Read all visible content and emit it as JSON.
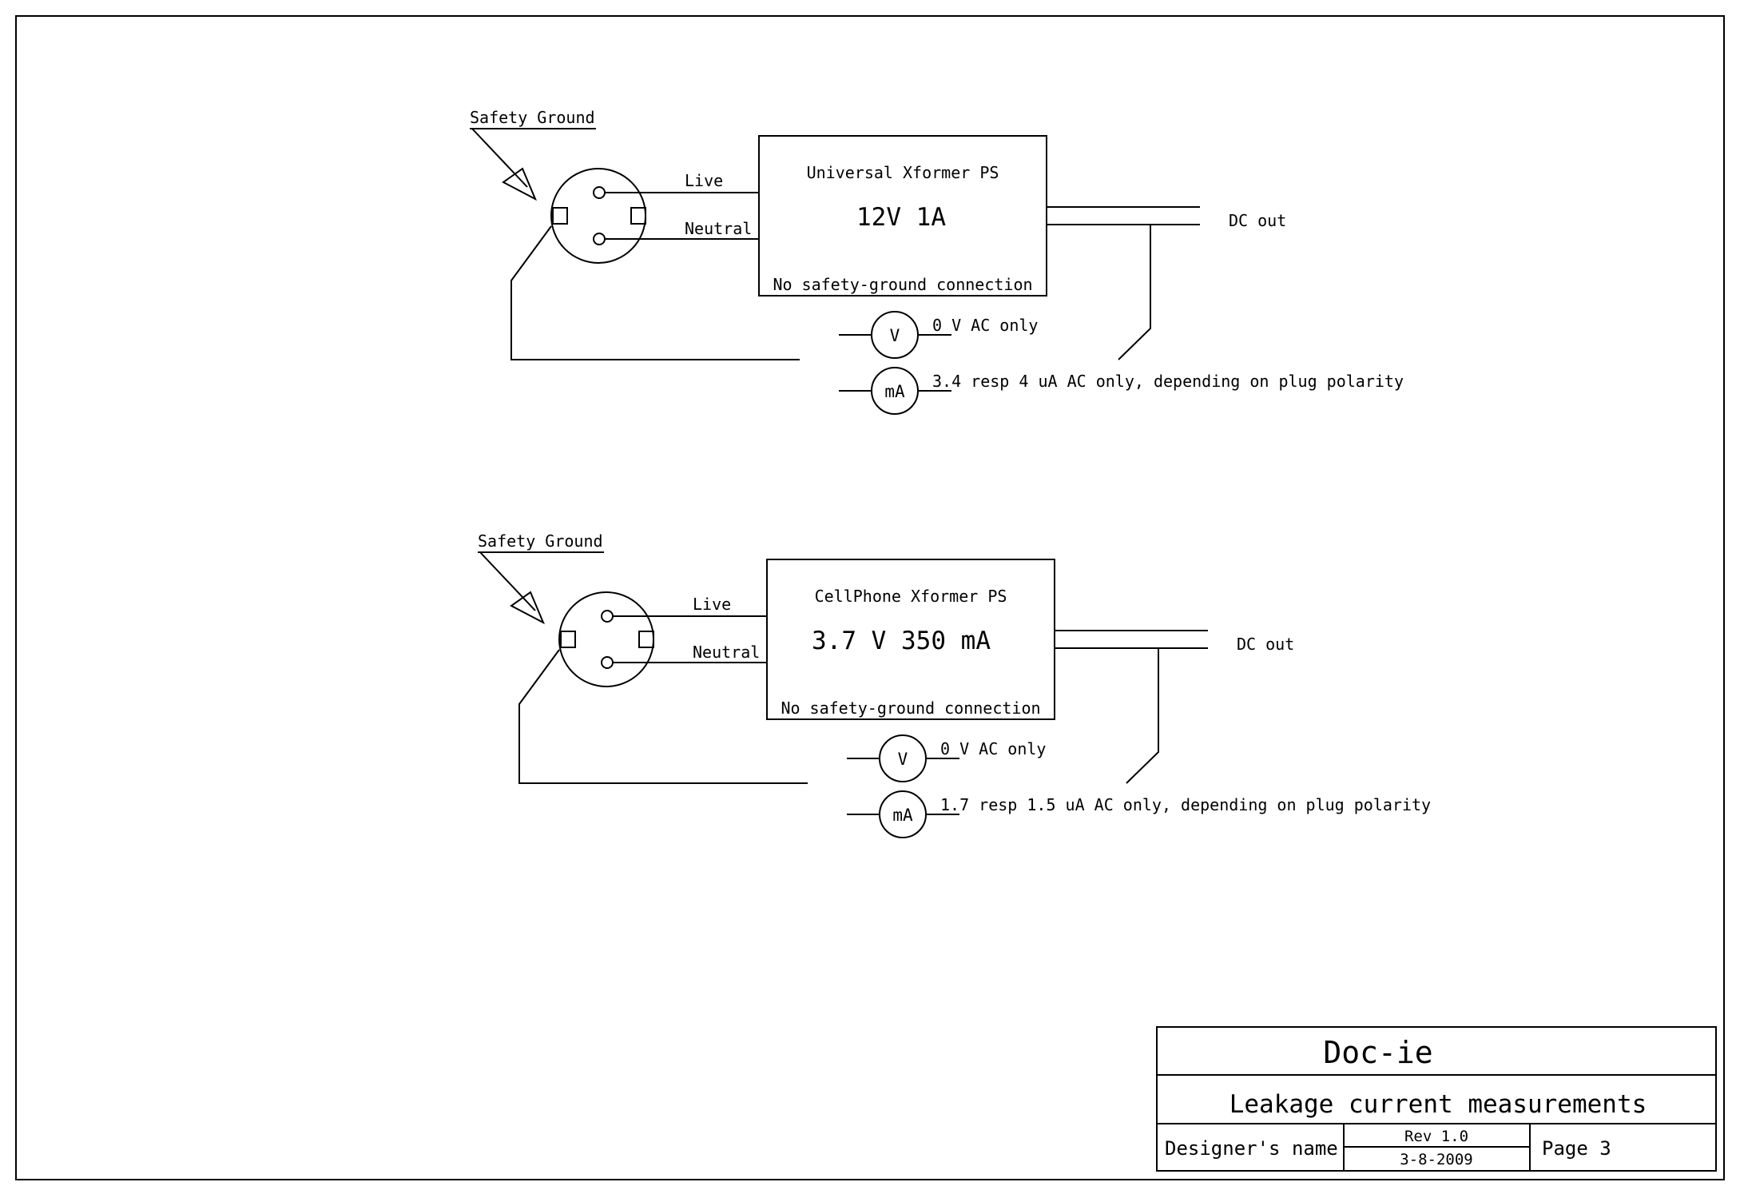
{
  "circuit_1": {
    "safety_ground_label": "Safety Ground",
    "live_label": "Live",
    "neutral_label": "Neutral",
    "ps_title": "Universal  Xformer PS",
    "ps_rating": "12V 1A",
    "ps_note": "No safety-ground connection",
    "dc_out_label": "DC out",
    "voltmeter_symbol": "V",
    "voltmeter_reading": "0 V AC only",
    "ammeter_symbol": "mA",
    "ammeter_reading": "3.4 resp 4 uA AC only, depending on plug polarity"
  },
  "circuit_2": {
    "safety_ground_label": "Safety Ground",
    "live_label": "Live",
    "neutral_label": "Neutral",
    "ps_title": "CellPhone  Xformer PS",
    "ps_rating": "3.7 V 350 mA",
    "ps_note": "No safety-ground connection",
    "dc_out_label": "DC out",
    "voltmeter_symbol": "V",
    "voltmeter_reading": "0 V AC only",
    "ammeter_symbol": "mA",
    "ammeter_reading": "1.7 resp 1.5 uA AC only, depending on plug polarity"
  },
  "title_block": {
    "company": "Doc-ie",
    "title": "Leakage current measurements",
    "designer": "Designer's name",
    "revision": "Rev 1.0",
    "date": "3-8-2009",
    "page": "Page 3"
  }
}
